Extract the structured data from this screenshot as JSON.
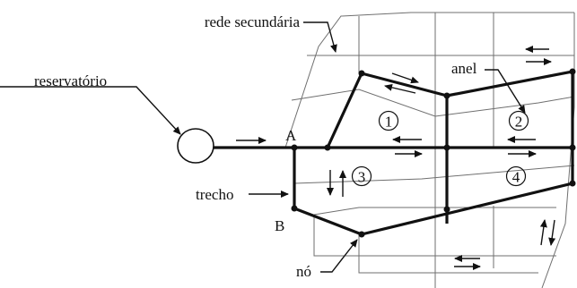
{
  "labels": {
    "rede_secundaria": "rede secundária",
    "reservatorio": "reservatório",
    "anel": "anel",
    "trecho": "trecho",
    "no": "nó",
    "point_a": "A",
    "point_b": "B"
  },
  "loops": [
    "1",
    "2",
    "3",
    "4"
  ]
}
